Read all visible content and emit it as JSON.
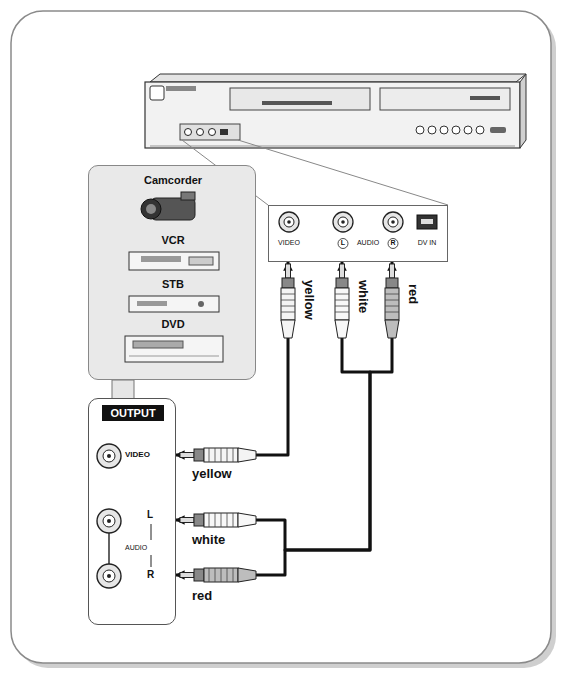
{
  "diagram": {
    "nodes": [
      {
        "text": [
          "Camcorder",
          "VCR",
          "STB",
          "DVD"
        ]
      },
      {
        "text": [
          "OUTPUT",
          "VIDEO",
          "L",
          "AUDIO",
          "R"
        ]
      },
      {
        "text": [
          "VIDEO",
          "L",
          "AUDIO",
          "R",
          "DV IN"
        ]
      }
    ],
    "edges": [
      {
        "from": 1,
        "to": 2,
        "arrow": "both",
        "label": "yellow"
      },
      {
        "from": 1,
        "to": 2,
        "arrow": "both",
        "label": "white"
      },
      {
        "from": 1,
        "to": 2,
        "arrow": "both",
        "label": "red"
      }
    ],
    "labels": [
      "yellow",
      "white",
      "red"
    ]
  }
}
